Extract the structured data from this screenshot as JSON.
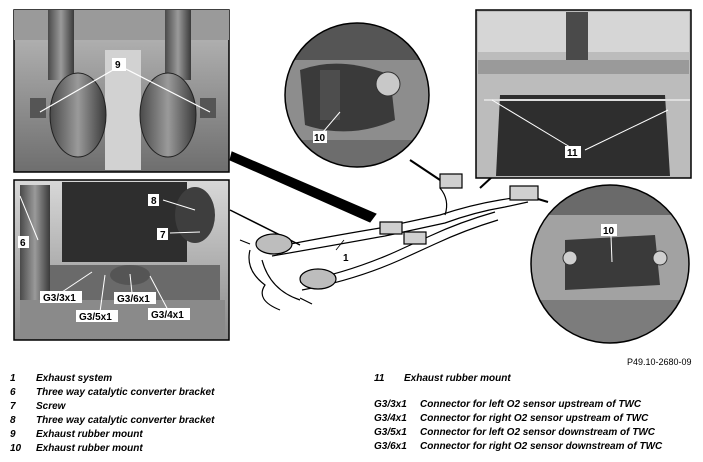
{
  "callouts": {
    "c9": "9",
    "c6": "6",
    "c8": "8",
    "c7": "7",
    "c_g33": "G3/3x1",
    "c_g36": "G3/6x1",
    "c_g35": "G3/5x1",
    "c_g34": "G3/4x1",
    "c10a": "10",
    "c11": "11",
    "c10b": "10",
    "c1": "1"
  },
  "figure_ref": "P49.10-2680-09",
  "legend_left": [
    {
      "key": "1",
      "text": "Exhaust system"
    },
    {
      "key": "6",
      "text": "Three way catalytic converter bracket"
    },
    {
      "key": "7",
      "text": "Screw"
    },
    {
      "key": "8",
      "text": "Three way catalytic converter bracket"
    },
    {
      "key": "9",
      "text": "Exhaust rubber mount"
    },
    {
      "key": "10",
      "text": "Exhaust rubber mount"
    }
  ],
  "legend_right_a": [
    {
      "key": "11",
      "text": "Exhaust rubber mount"
    }
  ],
  "legend_right_b": [
    {
      "key": "G3/3x1",
      "text": "Connector for left O2 sensor upstream of TWC"
    },
    {
      "key": "G3/4x1",
      "text": "Connector for right O2 sensor upstream of TWC"
    },
    {
      "key": "G3/5x1",
      "text": "Connector for left O2 sensor downstream of TWC"
    },
    {
      "key": "G3/6x1",
      "text": "Connector for right O2 sensor downstream of TWC"
    }
  ]
}
